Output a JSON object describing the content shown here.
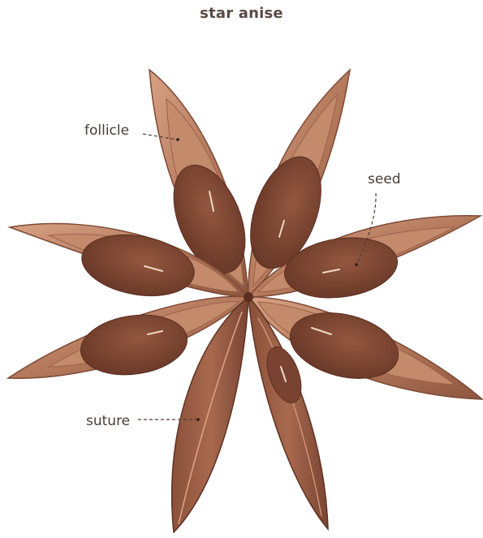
{
  "title": "star anise",
  "labels": {
    "follicle": "follicle",
    "seed": "seed",
    "suture": "suture"
  },
  "colors": {
    "pod_outer": "#b57a5d",
    "pod_inner": "#8a5038",
    "pod_rim": "#d9a283",
    "seed": "#7b4532",
    "seed_highlight": "#f3ddc8",
    "text": "#4a3d38"
  }
}
